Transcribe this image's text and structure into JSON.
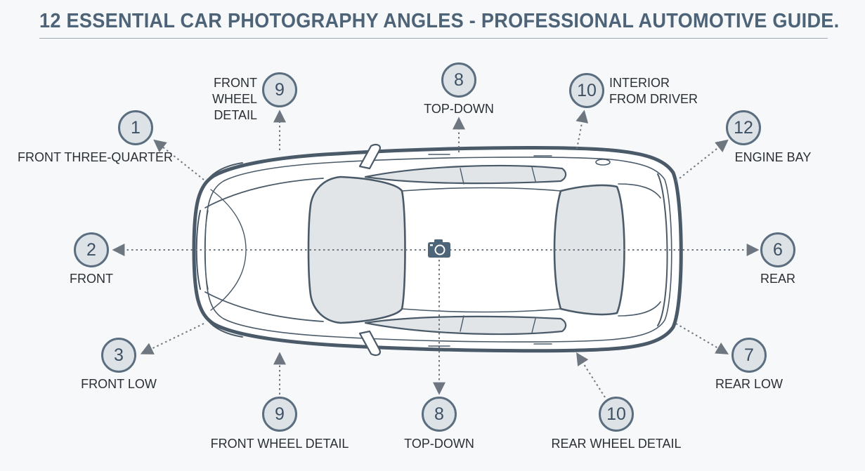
{
  "title": "12 ESSENTIAL CAR PHOTOGRAPHY ANGLES - PROFESSIONAL AUTOMOTIVE GUIDE.",
  "angles": [
    {
      "number": "1",
      "label": "FRONT THREE-QUARTER"
    },
    {
      "number": "2",
      "label": "FRONT"
    },
    {
      "number": "3",
      "label": "FRONT LOW"
    },
    {
      "number": "9",
      "label": "FRONT WHEEL DETAIL"
    },
    {
      "number": "8",
      "label": "TOP-DOWN"
    },
    {
      "number": "10",
      "label": "INTERIOR FROM DRIVER"
    },
    {
      "number": "12",
      "label": "ENGINE BAY"
    },
    {
      "number": "6",
      "label": "REAR"
    },
    {
      "number": "7",
      "label": "REAR LOW"
    },
    {
      "number": "9",
      "label": "FRONT WHEEL DETAIL"
    },
    {
      "number": "8",
      "label": "TOP-DOWN"
    },
    {
      "number": "10",
      "label": "REAR WHEEL DETAIL"
    }
  ],
  "colors": {
    "badge_fill": "#dde2e7",
    "badge_stroke": "#5b6e80",
    "title": "#4d6377",
    "car_outline": "#4a5a69",
    "glass": "#e2e5e8",
    "camera": "#4e6478"
  },
  "camera_icon": "camera-icon"
}
